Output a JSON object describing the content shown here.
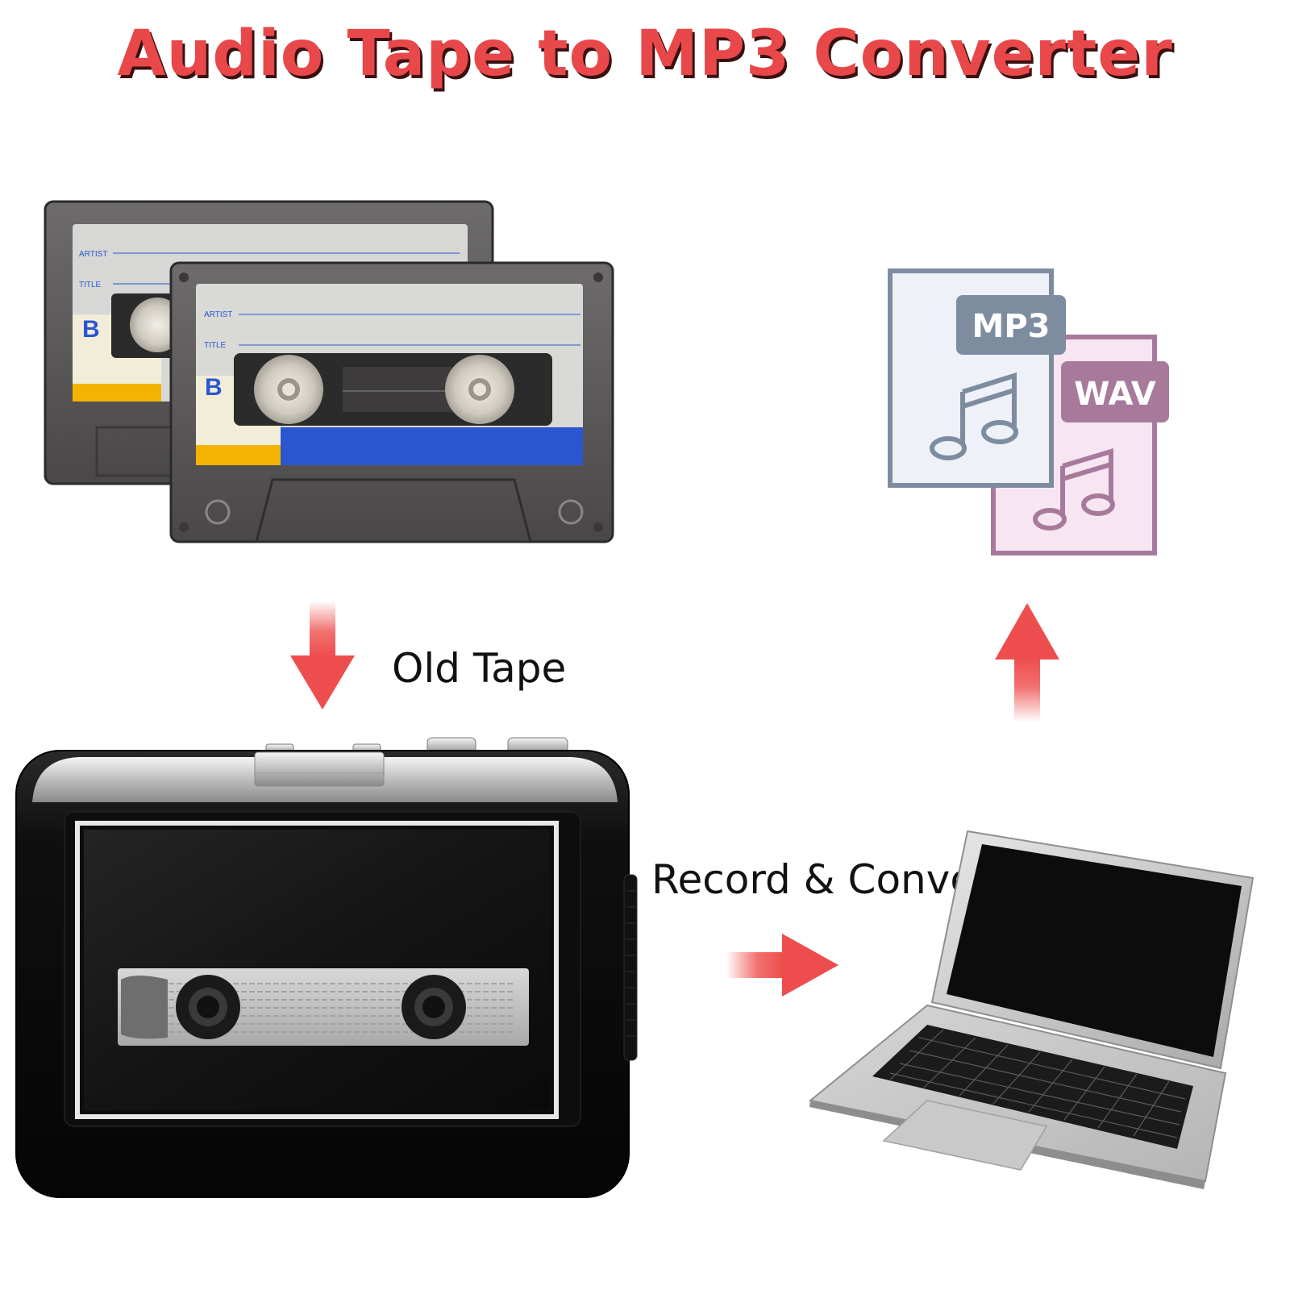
{
  "title": "Audio Tape to MP3 Converter",
  "captions": {
    "old_tape": "Old Tape",
    "record_convert": "Record & Convert"
  },
  "cassette": {
    "artist_label": "ARTIST",
    "title_label": "TITLE",
    "side": "B"
  },
  "files": {
    "mp3": "MP3",
    "wav": "WAV"
  },
  "colors": {
    "title_red": "#e8484a",
    "arrow_red": "#ee4d4d",
    "mp3_doc": "#7e8ca0",
    "wav_doc": "#a77a9c",
    "cassette_blue": "#2a56d0",
    "cassette_yellow": "#f2b400"
  }
}
